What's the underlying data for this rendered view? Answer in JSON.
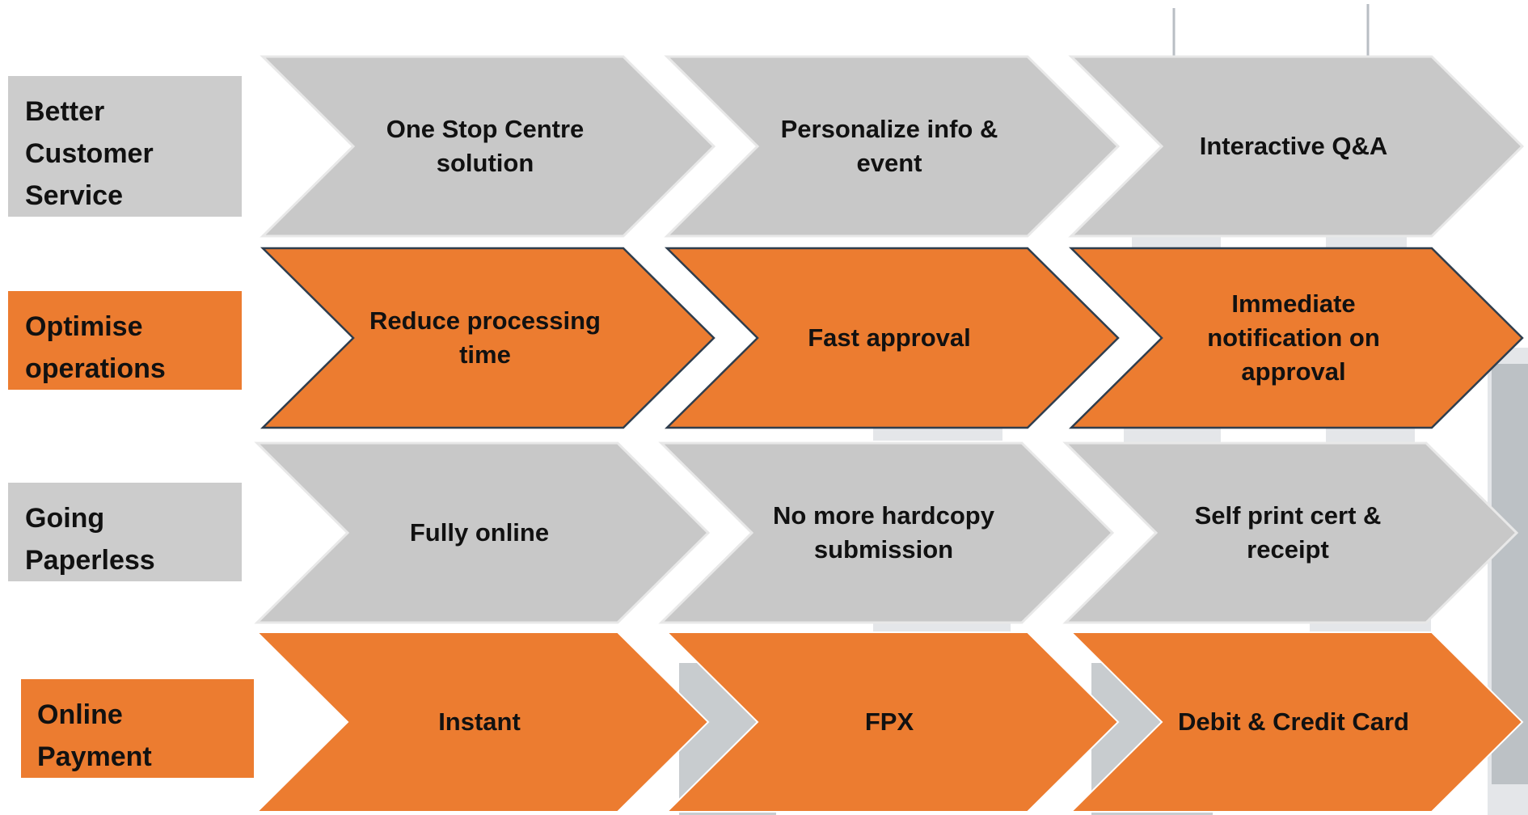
{
  "colors": {
    "grey_fill": "#c8c8c8",
    "orange_fill": "#ec7c30",
    "label_grey": "#cccccc",
    "label_orange": "#ec7c30",
    "outline": "#2f3e4e",
    "text": "#111111"
  },
  "rows": [
    {
      "label": "Better\nCustomer\nService",
      "color": "grey",
      "steps": [
        "One Stop Centre\nsolution",
        "Personalize info  &\nevent",
        "Interactive Q&A"
      ]
    },
    {
      "label": "Optimise\noperations",
      "color": "orange",
      "steps": [
        "Reduce processing\ntime",
        "Fast approval",
        "Immediate\nnotification on\napproval"
      ]
    },
    {
      "label": "Going\nPaperless",
      "color": "grey",
      "steps": [
        "Fully online",
        "No  more hardcopy\nsubmission",
        "Self print cert &\nreceipt"
      ]
    },
    {
      "label": "Online\nPayment",
      "color": "orange",
      "steps": [
        "Instant",
        "FPX",
        "Debit & Credit Card"
      ]
    }
  ]
}
